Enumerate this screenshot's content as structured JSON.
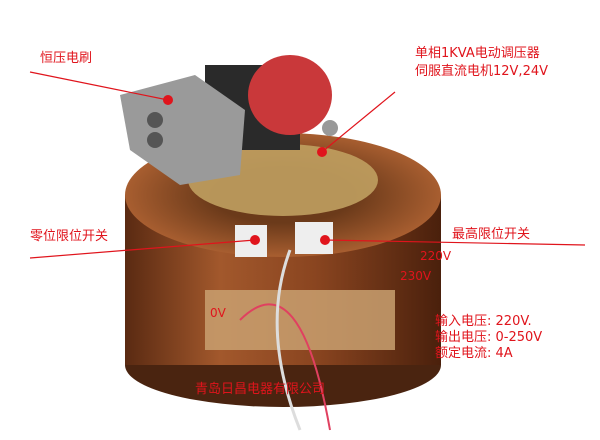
{
  "labels": {
    "brush": "恒压电刷",
    "product_line1": "单相1KVA电动调压器",
    "product_line2": "伺服直流电机12V,24V",
    "zero_switch": "零位限位开关",
    "max_switch": "最高限位开关",
    "tap_220": "220V",
    "tap_230": "230V",
    "tap_0": "0V",
    "company": "青岛日昌电器有限公司"
  },
  "specs": [
    {
      "key": "输入电压:",
      "value": "220V."
    },
    {
      "key": "输出电压:",
      "value": "0-250V"
    },
    {
      "key": "额定电流:",
      "value": "4A"
    }
  ],
  "colors": {
    "annotation": "#e0141c",
    "copper": "#8a4a22",
    "tape": "#c9a070"
  }
}
